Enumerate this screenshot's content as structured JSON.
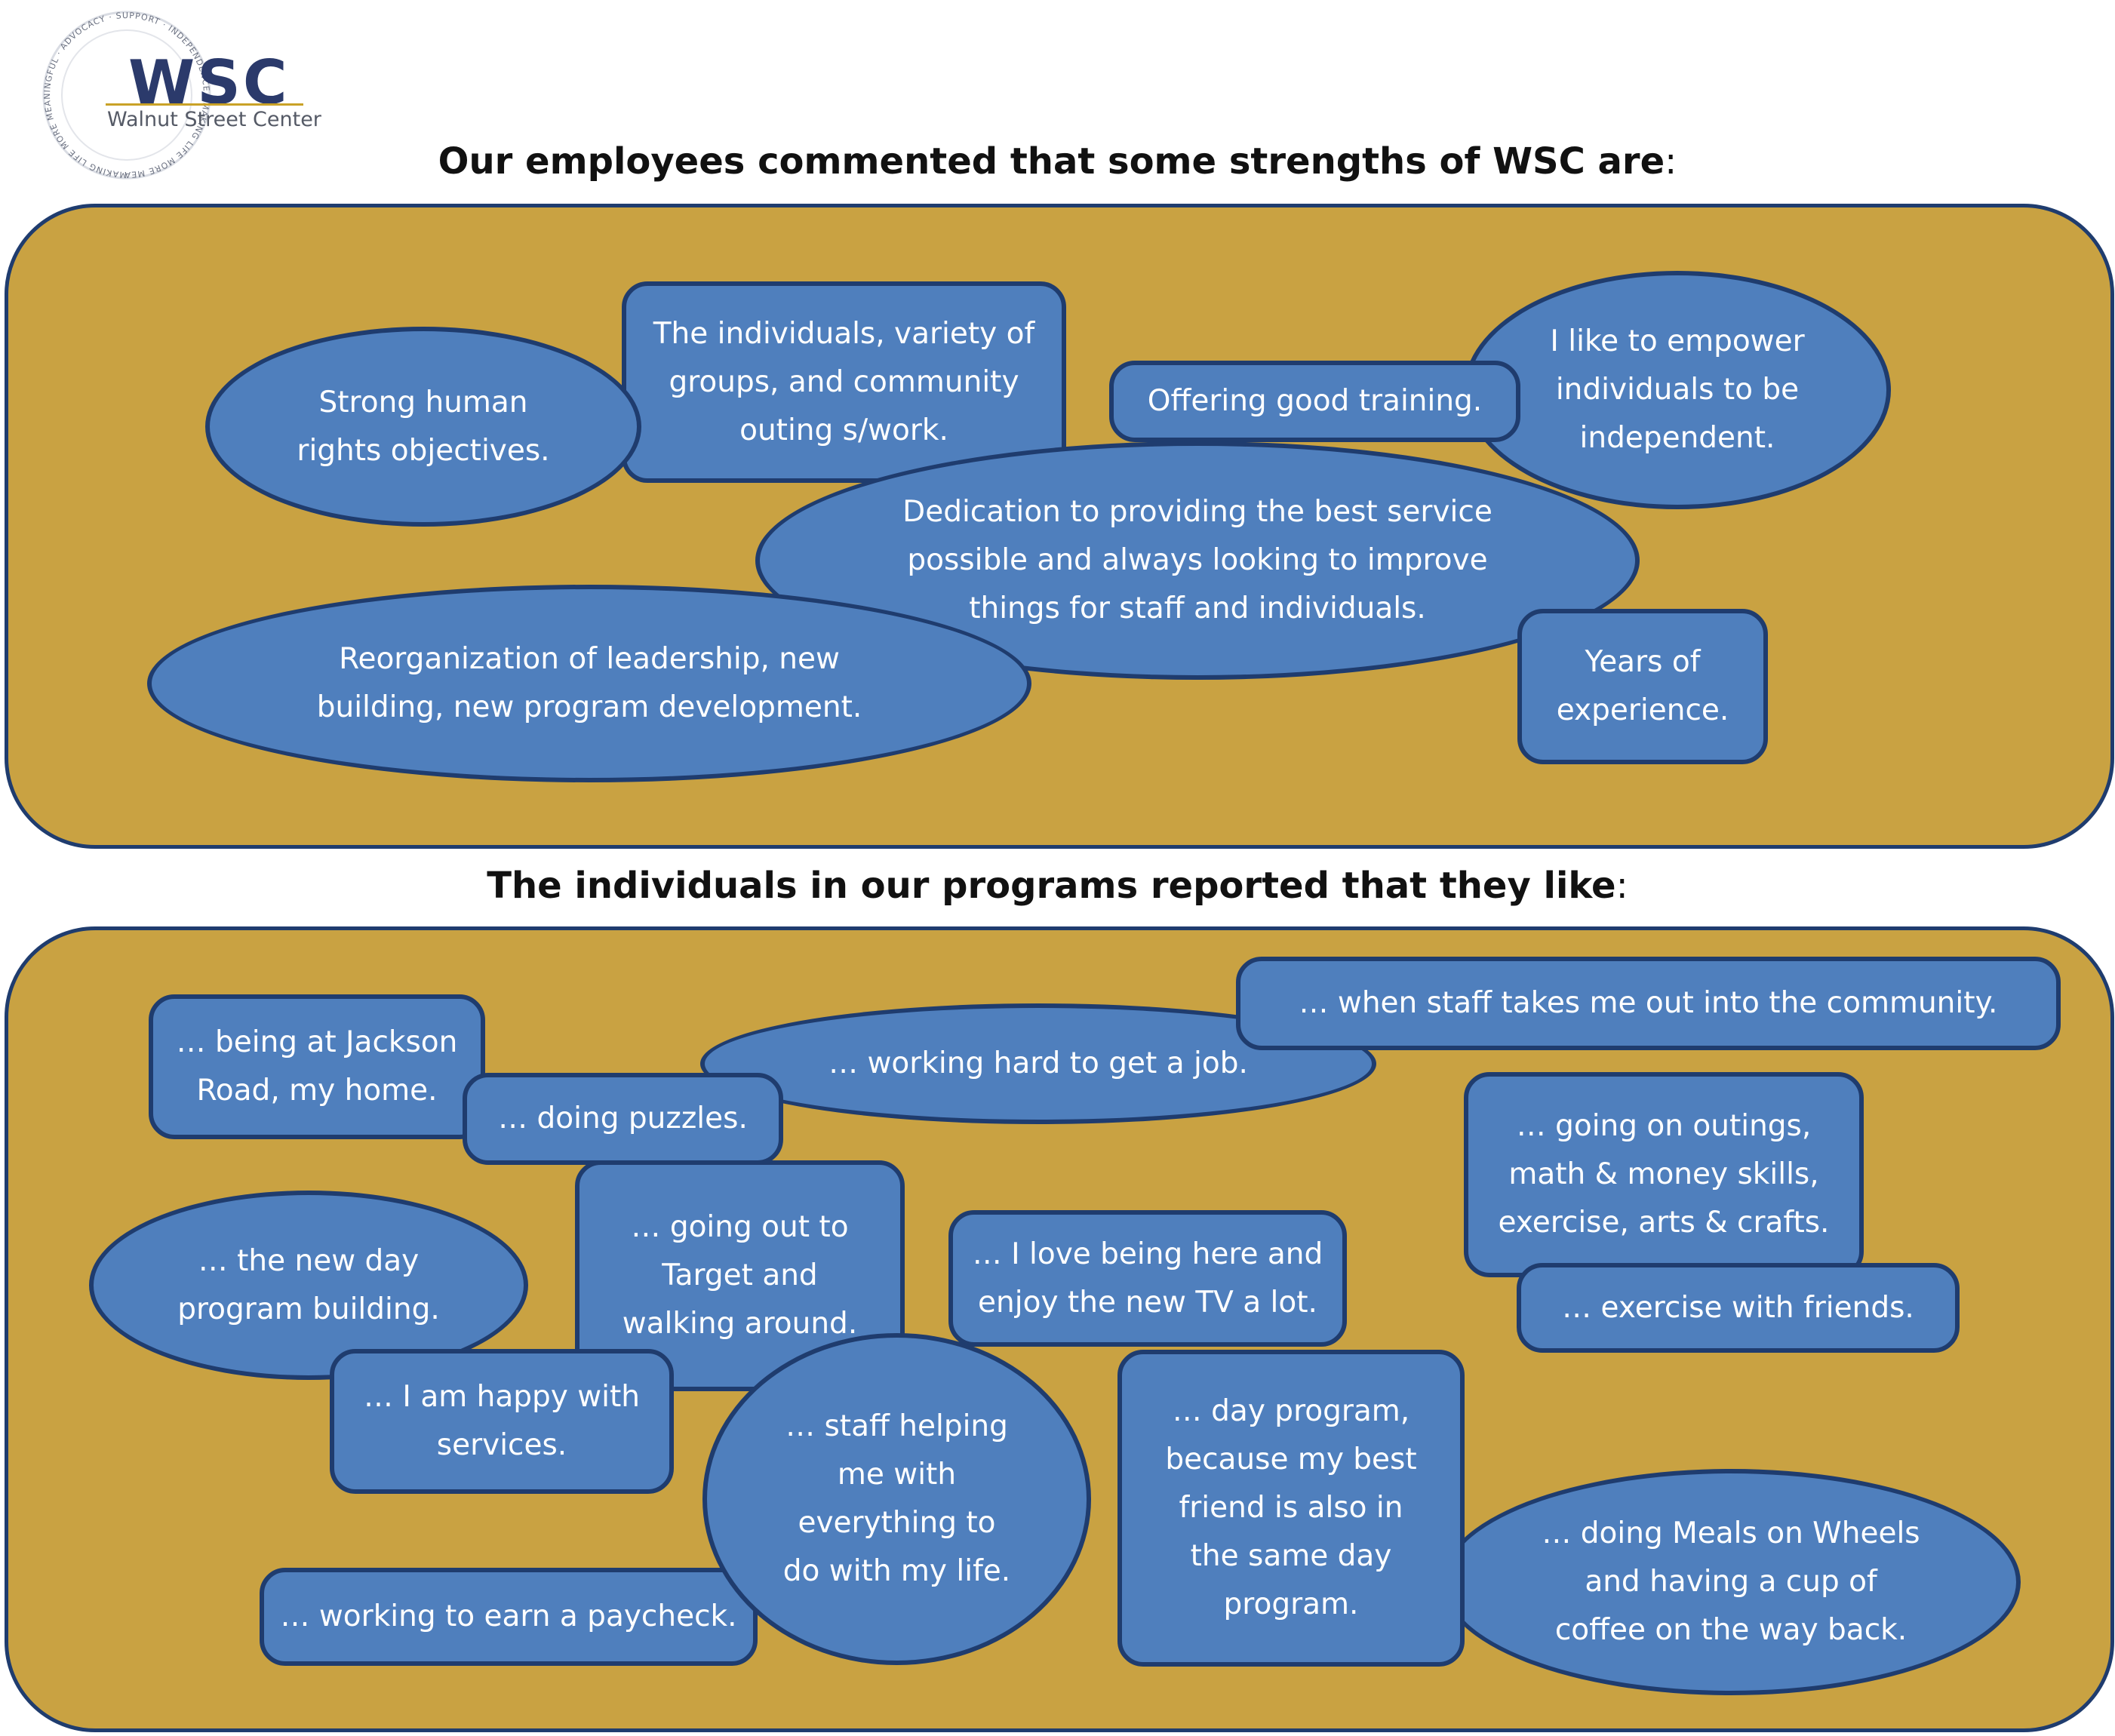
{
  "logo": {
    "abbr": "WSC",
    "name": "Walnut Street Center",
    "ring_text": "MAKING LIFE MORE MEANINGFUL · ADVOCACY · SUPPORT · INDEPENDENCE · "
  },
  "employees": {
    "heading": "Our employees commented that some strengths of WSC are",
    "colon": ":",
    "bubbles": [
      "Strong human\nrights objectives.",
      "The individuals, variety of\ngroups, and community\nouting s/work.",
      "Offering good training.",
      "I like to empower\nindividuals to be\nindependent.",
      "Dedication to providing the best service\npossible and always looking to improve\nthings for staff and individuals.",
      "Reorganization of leadership, new\nbuilding, new program development.",
      "Years of\nexperience."
    ]
  },
  "individuals": {
    "heading": "The individuals in our programs reported that they like",
    "colon": ":",
    "bubbles": [
      "… being at Jackson\nRoad, my home.",
      "… working hard to get a job.",
      "… doing puzzles.",
      "… when staff takes me out into the community.",
      "… going on outings,\nmath & money skills,\nexercise, arts & crafts.",
      "… exercise with friends.",
      "… the new day\nprogram building.",
      "… going out to\nTarget and\nwalking around.",
      "… I love being here and\nenjoy the new TV a lot.",
      "… I am happy with\nservices.",
      "… staff helping\nme with\neverything to\ndo with my life.",
      "… day program,\nbecause my best\nfriend is also in\nthe same day\nprogram.",
      "… doing Meals on Wheels\nand having a cup of\ncoffee on the way back.",
      "… working to earn a paycheck."
    ]
  }
}
